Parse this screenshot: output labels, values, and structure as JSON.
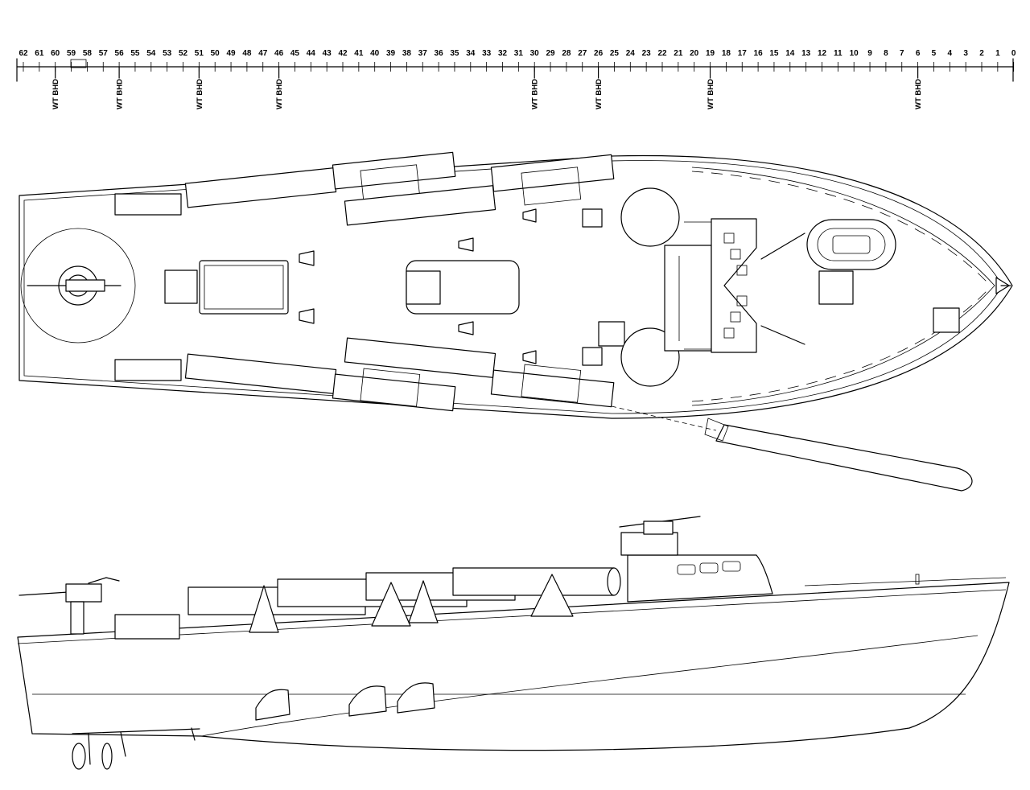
{
  "scale": {
    "frames_desc": [
      "62",
      "61",
      "60",
      "59",
      "58",
      "57",
      "56",
      "55",
      "54",
      "53",
      "52",
      "51",
      "50",
      "49",
      "48",
      "47",
      "46",
      "45",
      "44",
      "43",
      "42",
      "41",
      "40",
      "39",
      "38",
      "37",
      "36",
      "35",
      "34",
      "33",
      "32",
      "31",
      "30",
      "29",
      "28",
      "27",
      "26",
      "25",
      "24",
      "23",
      "22",
      "21",
      "20",
      "19",
      "18",
      "17",
      "16",
      "15",
      "14",
      "13",
      "12",
      "11",
      "10",
      "9",
      "8",
      "7",
      "6",
      "5",
      "4",
      "3",
      "2",
      "1",
      "0"
    ],
    "bulkhead_frames": [
      60,
      56,
      51,
      46,
      30,
      26,
      19,
      6
    ],
    "bulkhead_label": "WT BHD"
  }
}
